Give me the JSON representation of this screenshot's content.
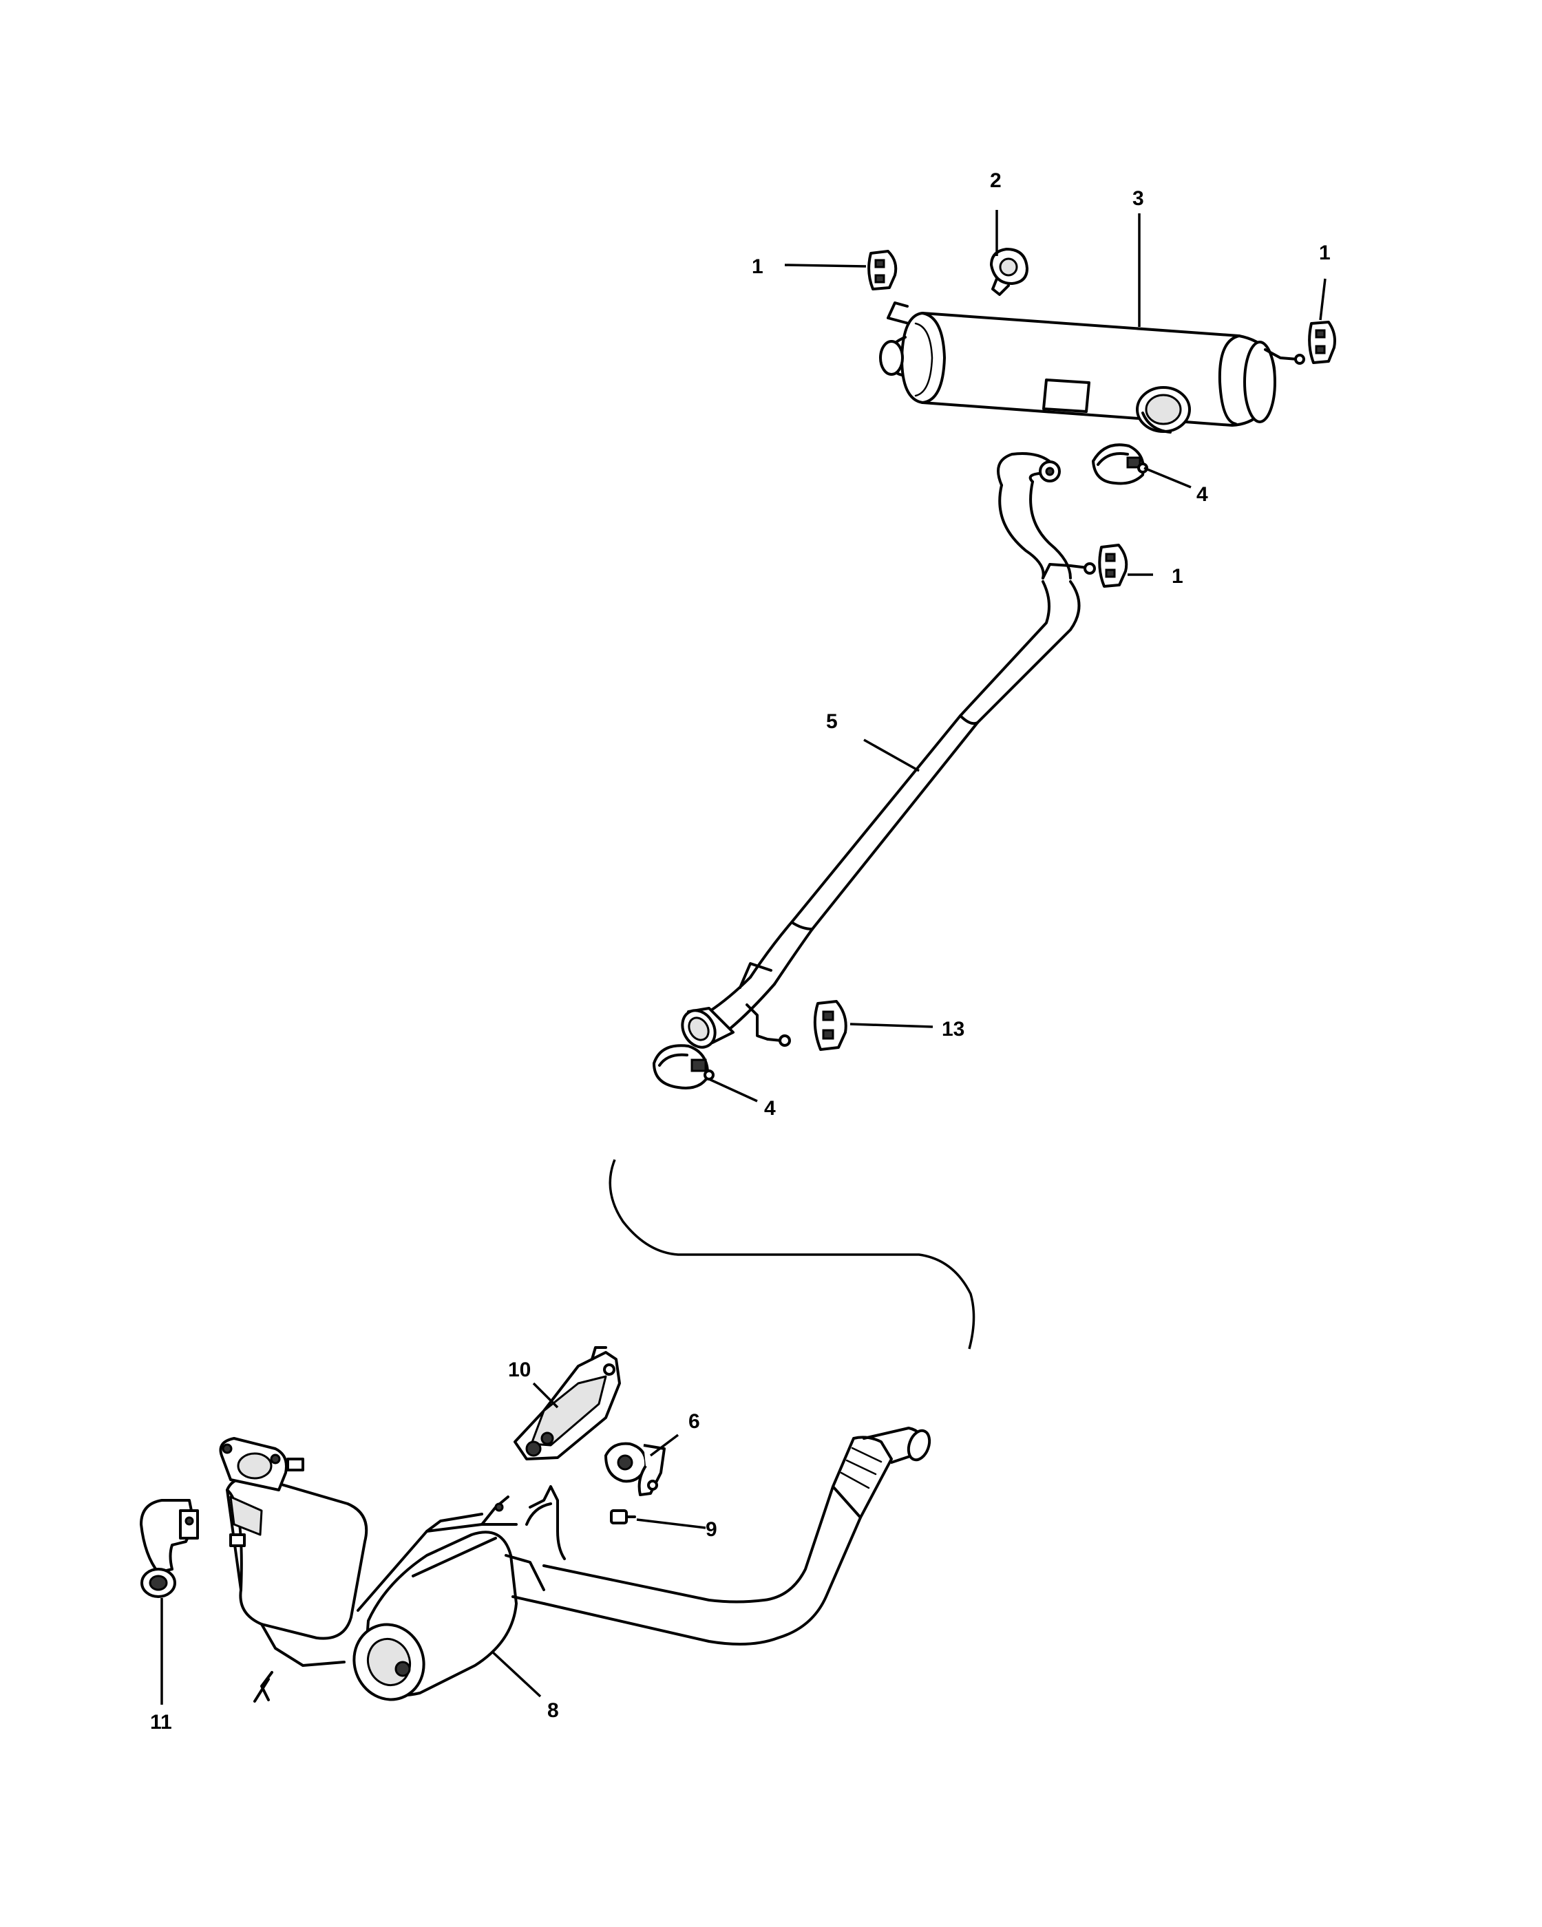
{
  "callouts": {
    "c1a": "1",
    "c2": "2",
    "c3": "3",
    "c1b": "1",
    "c4a": "4",
    "c1c": "1",
    "c5": "5",
    "c13": "13",
    "c4b": "4",
    "c10": "10",
    "c6": "6",
    "c9": "9",
    "c8": "8",
    "c11": "11"
  },
  "parts": {
    "hanger_isolator": "exhaust-hanger-isolator",
    "muffler_support": "muffler-support",
    "muffler": "muffler-tailpipe",
    "clamp": "exhaust-clamp",
    "resonator_pipe": "exhaust-pipe-resonator",
    "hanger_bracket": "isolator-bracket",
    "bolt": "bolt",
    "catalytic_converter": "catalytic-converter-assembly",
    "heat_shield_bracket": "heat-shield-bracket",
    "pipe_support": "pipe-support",
    "isolator_13": "hanger-isolator"
  }
}
